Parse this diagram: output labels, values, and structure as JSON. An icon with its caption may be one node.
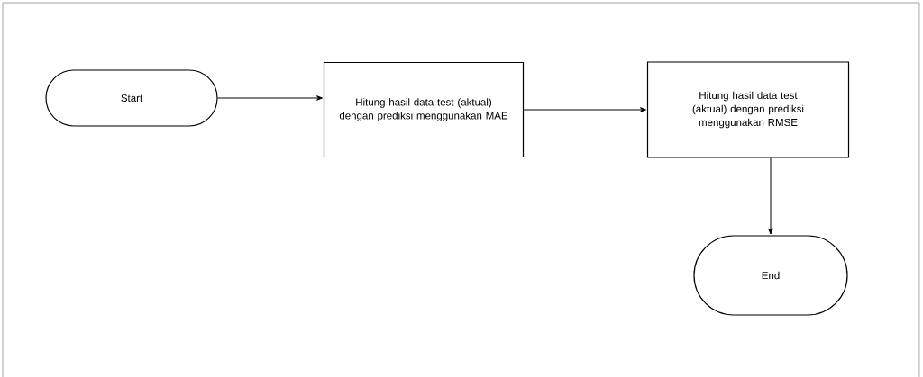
{
  "diagram": {
    "nodes": [
      {
        "text": [
          "Start"
        ]
      },
      {
        "text": [
          "Hitung hasil data test (aktual) dengan prediksi menggunakan MAE"
        ]
      },
      {
        "text": [
          "Hitung hasil data test (aktual) dengan prediksi menggunakan RMSE"
        ]
      },
      {
        "text": [
          "End"
        ]
      }
    ],
    "edges": [
      {
        "from": 0,
        "to": 1,
        "arrow": "to"
      },
      {
        "from": 1,
        "to": 2,
        "arrow": "to"
      },
      {
        "from": 2,
        "to": 3,
        "arrow": "to"
      }
    ]
  }
}
